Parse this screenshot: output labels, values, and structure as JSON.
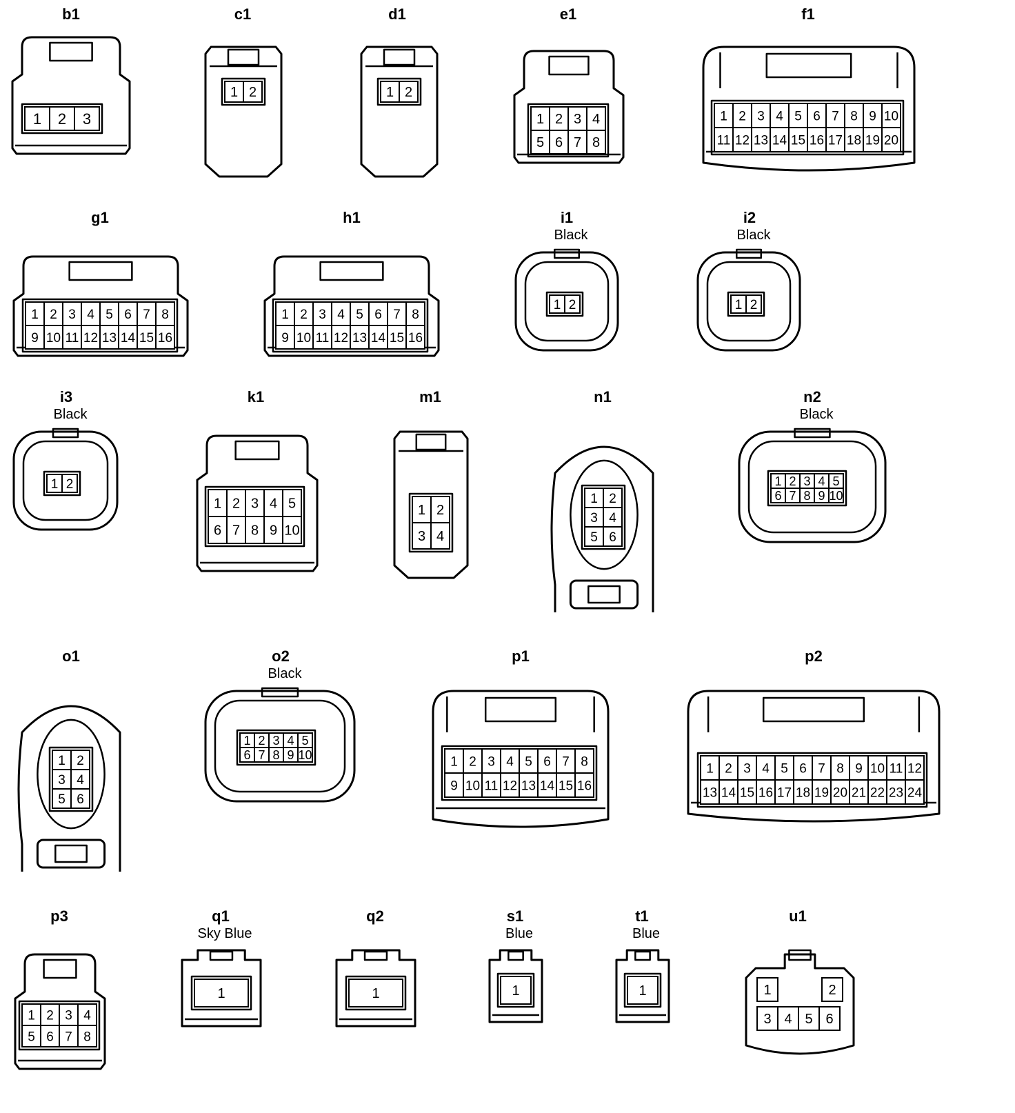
{
  "connectors": [
    {
      "id": "b1",
      "pins": [
        "1",
        "2",
        "3"
      ]
    },
    {
      "id": "c1",
      "pins": [
        "1",
        "2"
      ]
    },
    {
      "id": "d1",
      "pins": [
        "1",
        "2"
      ]
    },
    {
      "id": "e1",
      "pins": [
        "1",
        "2",
        "3",
        "4",
        "5",
        "6",
        "7",
        "8"
      ]
    },
    {
      "id": "f1",
      "pins": [
        "1",
        "2",
        "3",
        "4",
        "5",
        "6",
        "7",
        "8",
        "9",
        "10",
        "11",
        "12",
        "13",
        "14",
        "15",
        "16",
        "17",
        "18",
        "19",
        "20"
      ]
    },
    {
      "id": "g1",
      "pins": [
        "1",
        "2",
        "3",
        "4",
        "5",
        "6",
        "7",
        "8",
        "9",
        "10",
        "11",
        "12",
        "13",
        "14",
        "15",
        "16"
      ]
    },
    {
      "id": "h1",
      "pins": [
        "1",
        "2",
        "3",
        "4",
        "5",
        "6",
        "7",
        "8",
        "9",
        "10",
        "11",
        "12",
        "13",
        "14",
        "15",
        "16"
      ]
    },
    {
      "id": "i1",
      "color": "Black",
      "pins": [
        "1",
        "2"
      ]
    },
    {
      "id": "i2",
      "color": "Black",
      "pins": [
        "1",
        "2"
      ]
    },
    {
      "id": "i3",
      "color": "Black",
      "pins": [
        "1",
        "2"
      ]
    },
    {
      "id": "k1",
      "pins": [
        "1",
        "2",
        "3",
        "4",
        "5",
        "6",
        "7",
        "8",
        "9",
        "10"
      ]
    },
    {
      "id": "m1",
      "pins": [
        "1",
        "2",
        "3",
        "4"
      ]
    },
    {
      "id": "n1",
      "pins": [
        "1",
        "2",
        "3",
        "4",
        "5",
        "6"
      ]
    },
    {
      "id": "n2",
      "color": "Black",
      "pins": [
        "1",
        "2",
        "3",
        "4",
        "5",
        "6",
        "7",
        "8",
        "9",
        "10"
      ]
    },
    {
      "id": "o1",
      "pins": [
        "1",
        "2",
        "3",
        "4",
        "5",
        "6"
      ]
    },
    {
      "id": "o2",
      "color": "Black",
      "pins": [
        "1",
        "2",
        "3",
        "4",
        "5",
        "6",
        "7",
        "8",
        "9",
        "10"
      ]
    },
    {
      "id": "p1",
      "pins": [
        "1",
        "2",
        "3",
        "4",
        "5",
        "6",
        "7",
        "8",
        "9",
        "10",
        "11",
        "12",
        "13",
        "14",
        "15",
        "16"
      ]
    },
    {
      "id": "p2",
      "pins": [
        "1",
        "2",
        "3",
        "4",
        "5",
        "6",
        "7",
        "8",
        "9",
        "10",
        "11",
        "12",
        "13",
        "14",
        "15",
        "16",
        "17",
        "18",
        "19",
        "20",
        "21",
        "22",
        "23",
        "24"
      ]
    },
    {
      "id": "p3",
      "pins": [
        "1",
        "2",
        "3",
        "4",
        "5",
        "6",
        "7",
        "8"
      ]
    },
    {
      "id": "q1",
      "color": "Sky Blue",
      "pins": [
        "1"
      ]
    },
    {
      "id": "q2",
      "pins": [
        "1"
      ]
    },
    {
      "id": "s1",
      "color": "Blue",
      "pins": [
        "1"
      ]
    },
    {
      "id": "t1",
      "color": "Blue",
      "pins": [
        "1"
      ]
    },
    {
      "id": "u1",
      "pins": [
        "1",
        "2",
        "3",
        "4",
        "5",
        "6"
      ]
    }
  ]
}
